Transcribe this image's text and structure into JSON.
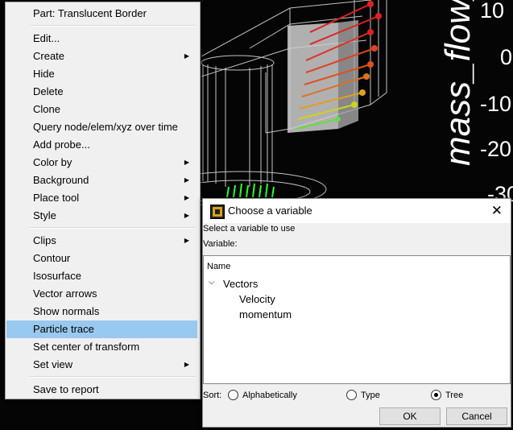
{
  "viewport": {
    "axis_title": "mass_flow_",
    "ticks": [
      "10",
      "0",
      "-10",
      "-20",
      "-30"
    ]
  },
  "context_menu": {
    "header": "Part: Translucent Border",
    "items": [
      {
        "label": "Edit...",
        "submenu": false
      },
      {
        "label": "Create",
        "submenu": true
      },
      {
        "label": "Hide",
        "submenu": false
      },
      {
        "label": "Delete",
        "submenu": false
      },
      {
        "label": "Clone",
        "submenu": false
      },
      {
        "label": "Query node/elem/xyz over time",
        "submenu": false
      },
      {
        "label": "Add probe...",
        "submenu": false
      },
      {
        "label": "Color by",
        "submenu": true
      },
      {
        "label": "Background",
        "submenu": true
      },
      {
        "label": "Place tool",
        "submenu": true
      },
      {
        "label": "Style",
        "submenu": true
      },
      {
        "label": "Clips",
        "submenu": true
      },
      {
        "label": "Contour",
        "submenu": false
      },
      {
        "label": "Isosurface",
        "submenu": false
      },
      {
        "label": "Vector arrows",
        "submenu": false
      },
      {
        "label": "Show normals",
        "submenu": false
      },
      {
        "label": "Particle trace",
        "submenu": false,
        "highlighted": true
      },
      {
        "label": "Set center of transform",
        "submenu": false
      },
      {
        "label": "Set view",
        "submenu": true
      },
      {
        "label": "Save to report",
        "submenu": false
      }
    ],
    "highlight_color": "#99c9ef"
  },
  "dialog": {
    "title": "Choose a variable",
    "instruction": "Select a variable to use",
    "variable_label": "Variable:",
    "column_header": "Name",
    "tree": {
      "group": "Vectors",
      "expanded": true,
      "children": [
        "Velocity",
        "momentum"
      ]
    },
    "sort": {
      "label": "Sort:",
      "options": [
        "Alphabetically",
        "Type",
        "Tree"
      ],
      "selected": "Tree"
    },
    "ok_label": "OK",
    "cancel_label": "Cancel",
    "close_glyph": "✕"
  }
}
